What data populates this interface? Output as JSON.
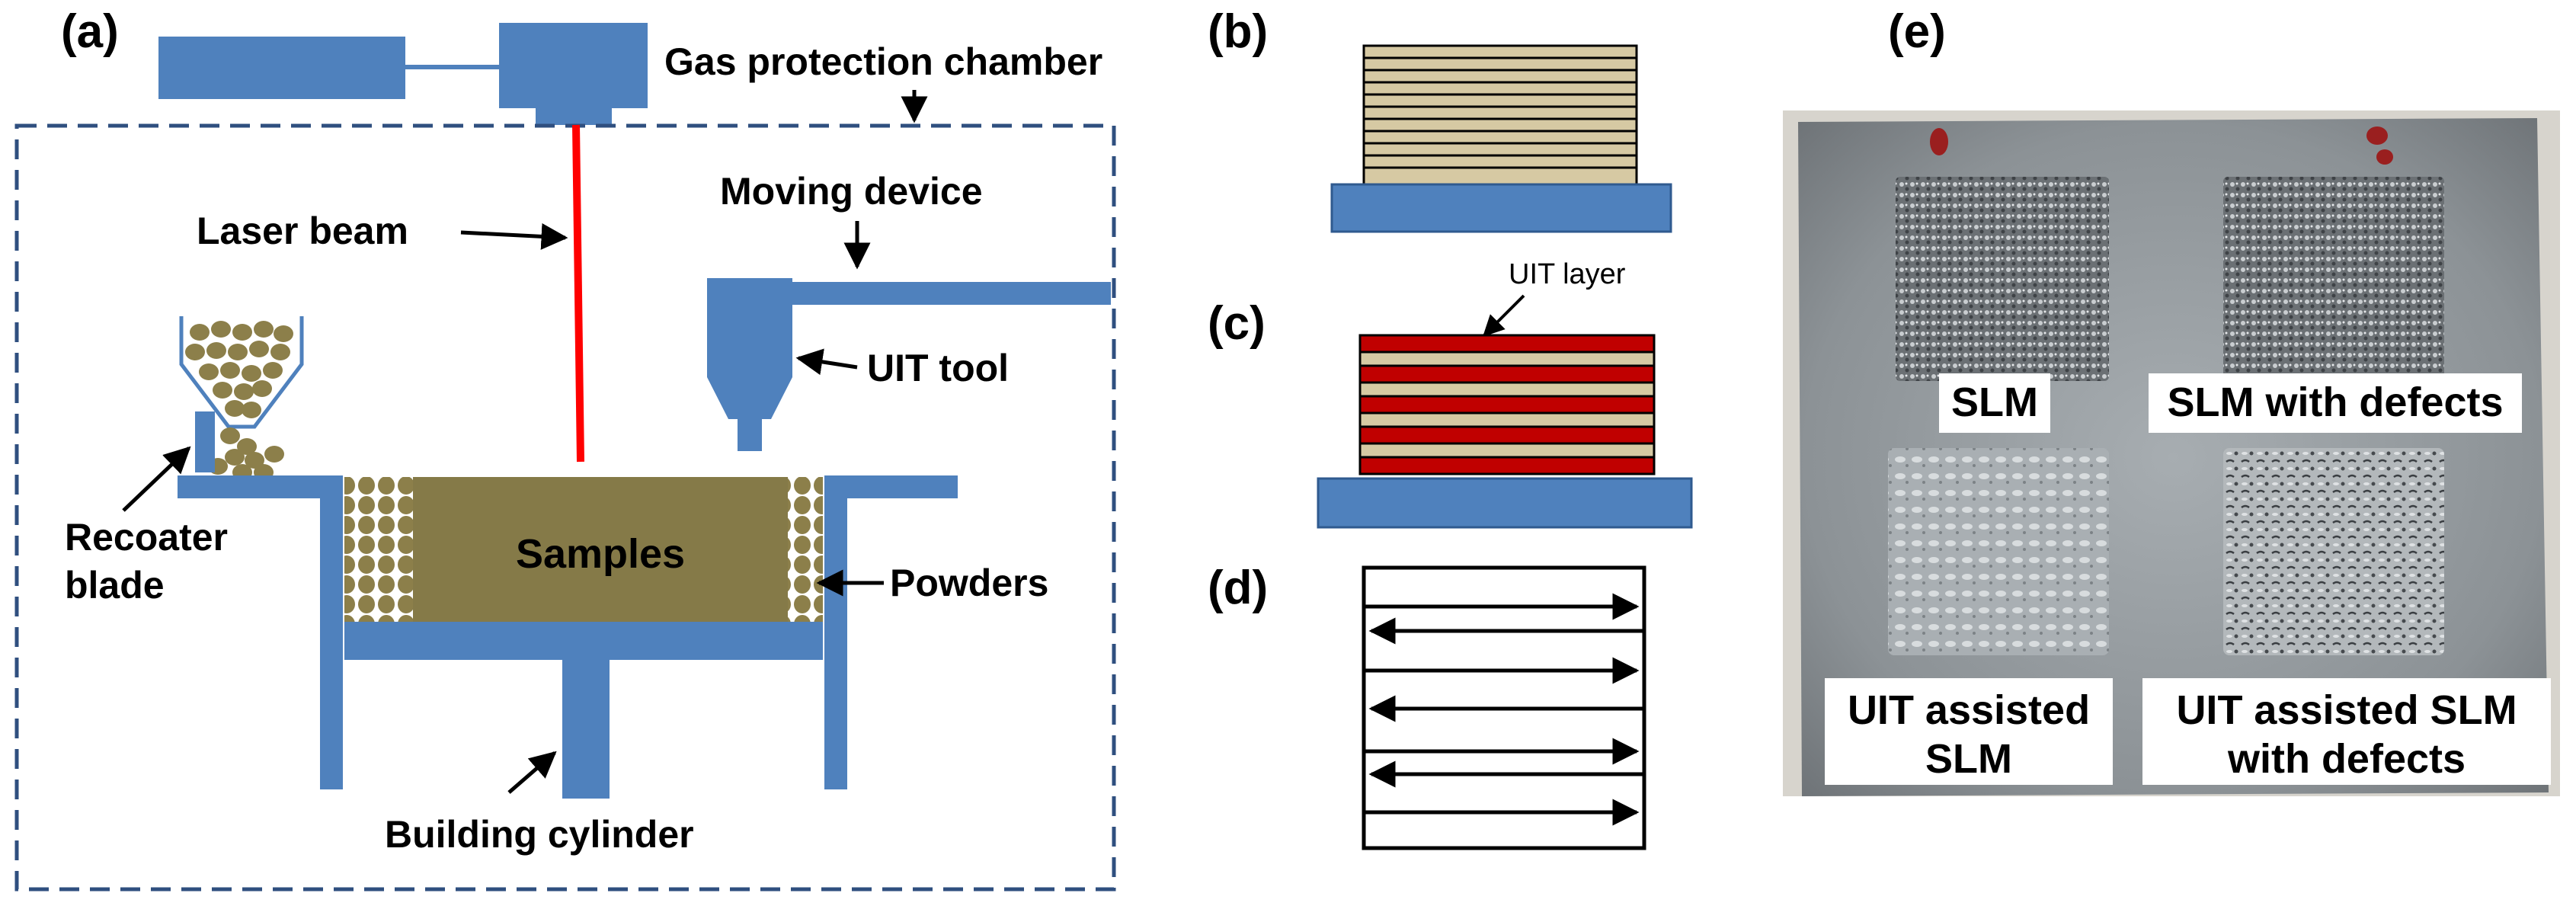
{
  "panels": {
    "a": {
      "letter": "(a)",
      "labels": {
        "gas_chamber": "Gas protection chamber",
        "laser_beam": "Laser beam",
        "moving_device": "Moving device",
        "uit_tool": "UIT tool",
        "recoater_line1": "Recoater",
        "recoater_line2": "blade",
        "samples": "Samples",
        "powders": "Powders",
        "building_cylinder": "Building cylinder"
      }
    },
    "b": {
      "letter": "(b)"
    },
    "c": {
      "letter": "(c)",
      "uit_layer": "UIT layer"
    },
    "d": {
      "letter": "(d)"
    },
    "e": {
      "letter": "(e)",
      "labels": {
        "slm": "SLM",
        "slm_defects": "SLM with defects",
        "uit_slm_line1": "UIT assisted",
        "uit_slm_line2": "SLM",
        "uit_slm_defects_line1": "UIT assisted SLM",
        "uit_slm_defects_line2": "with defects"
      }
    }
  },
  "colors": {
    "machine_blue": "#4f81bd",
    "laser_red": "#ff0000",
    "powder_olive": "#8c7f4a",
    "sample_olive": "#857a48",
    "layer_tan": "#d6c9a3",
    "uit_layer_red": "#c00000",
    "chamber_dash": "#2f4f7f",
    "photo_plate": "#8e9498"
  }
}
